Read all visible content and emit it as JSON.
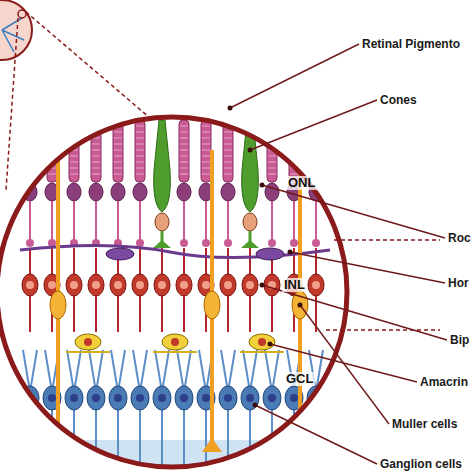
{
  "diagram": {
    "labels": [
      "Retinal Pigmento",
      "Cones",
      "ONL",
      "Roc",
      "Hor",
      "INL",
      "Bip",
      "GCL",
      "Amacrin",
      "Muller cells",
      "Ganglion cells"
    ]
  }
}
